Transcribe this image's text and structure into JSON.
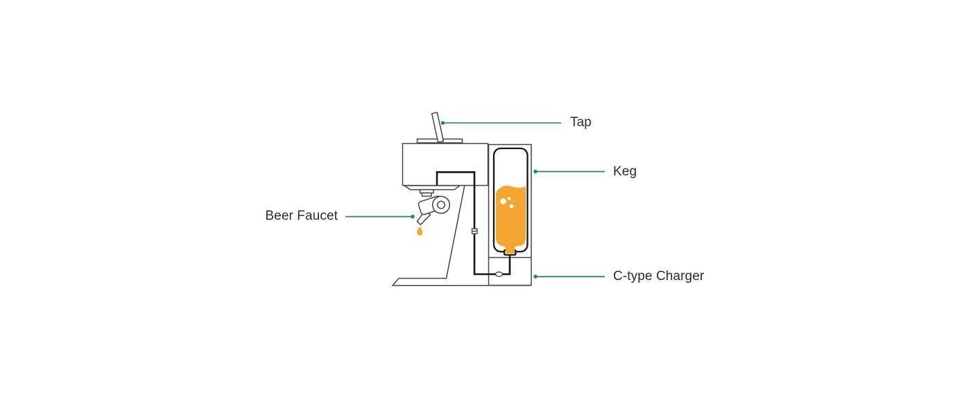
{
  "labels": {
    "tap": "Tap",
    "keg": "Keg",
    "beer_faucet": "Beer Faucet",
    "c_type_charger": "C-type Charger"
  },
  "colors": {
    "accent_green": "#1E8C50",
    "liquid_orange": "#F4A532",
    "outline": "#444444",
    "line_black": "#161616",
    "text": "#2C2C2C",
    "background": "#FFFFFF"
  }
}
